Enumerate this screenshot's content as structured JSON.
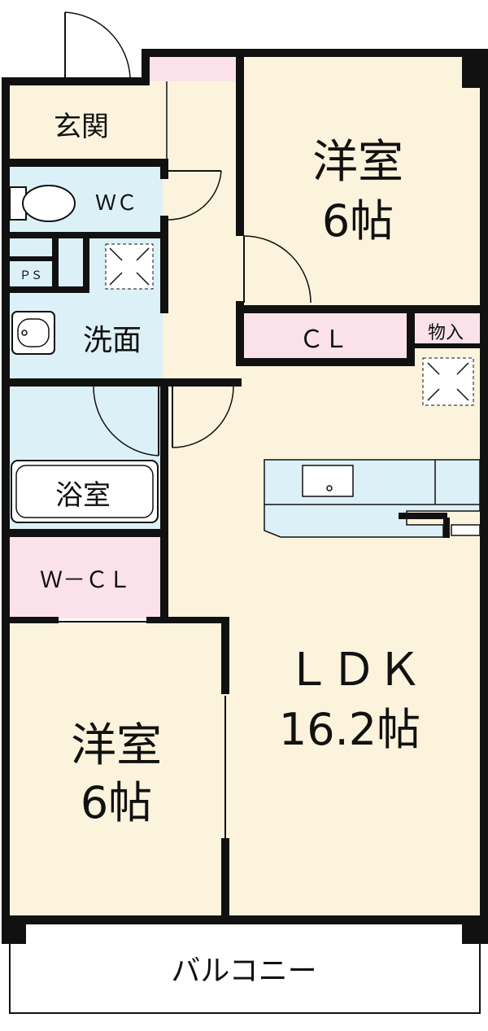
{
  "colors": {
    "room_fill": "#fcf3dc",
    "wet_fill": "#dcf0f7",
    "closet_fill": "#fbe2ea",
    "wall": "#111111",
    "balcony_fill": "#ffffff"
  },
  "rooms": {
    "genkan": "玄関",
    "wc": "ＷＣ",
    "ps": "ＰＳ",
    "senmen": "洗面",
    "yokushitsu": "浴室",
    "wcl": "Ｗ－ＣＬ",
    "yoshitsu_top_name": "洋室",
    "yoshitsu_top_size": "6帖",
    "cl": "ＣＬ",
    "monoire": "物入",
    "ldk_name": "ＬＤＫ",
    "ldk_size": "16.2帖",
    "yoshitsu_bottom_name": "洋室",
    "yoshitsu_bottom_size": "6帖",
    "balcony": "バルコニー"
  }
}
